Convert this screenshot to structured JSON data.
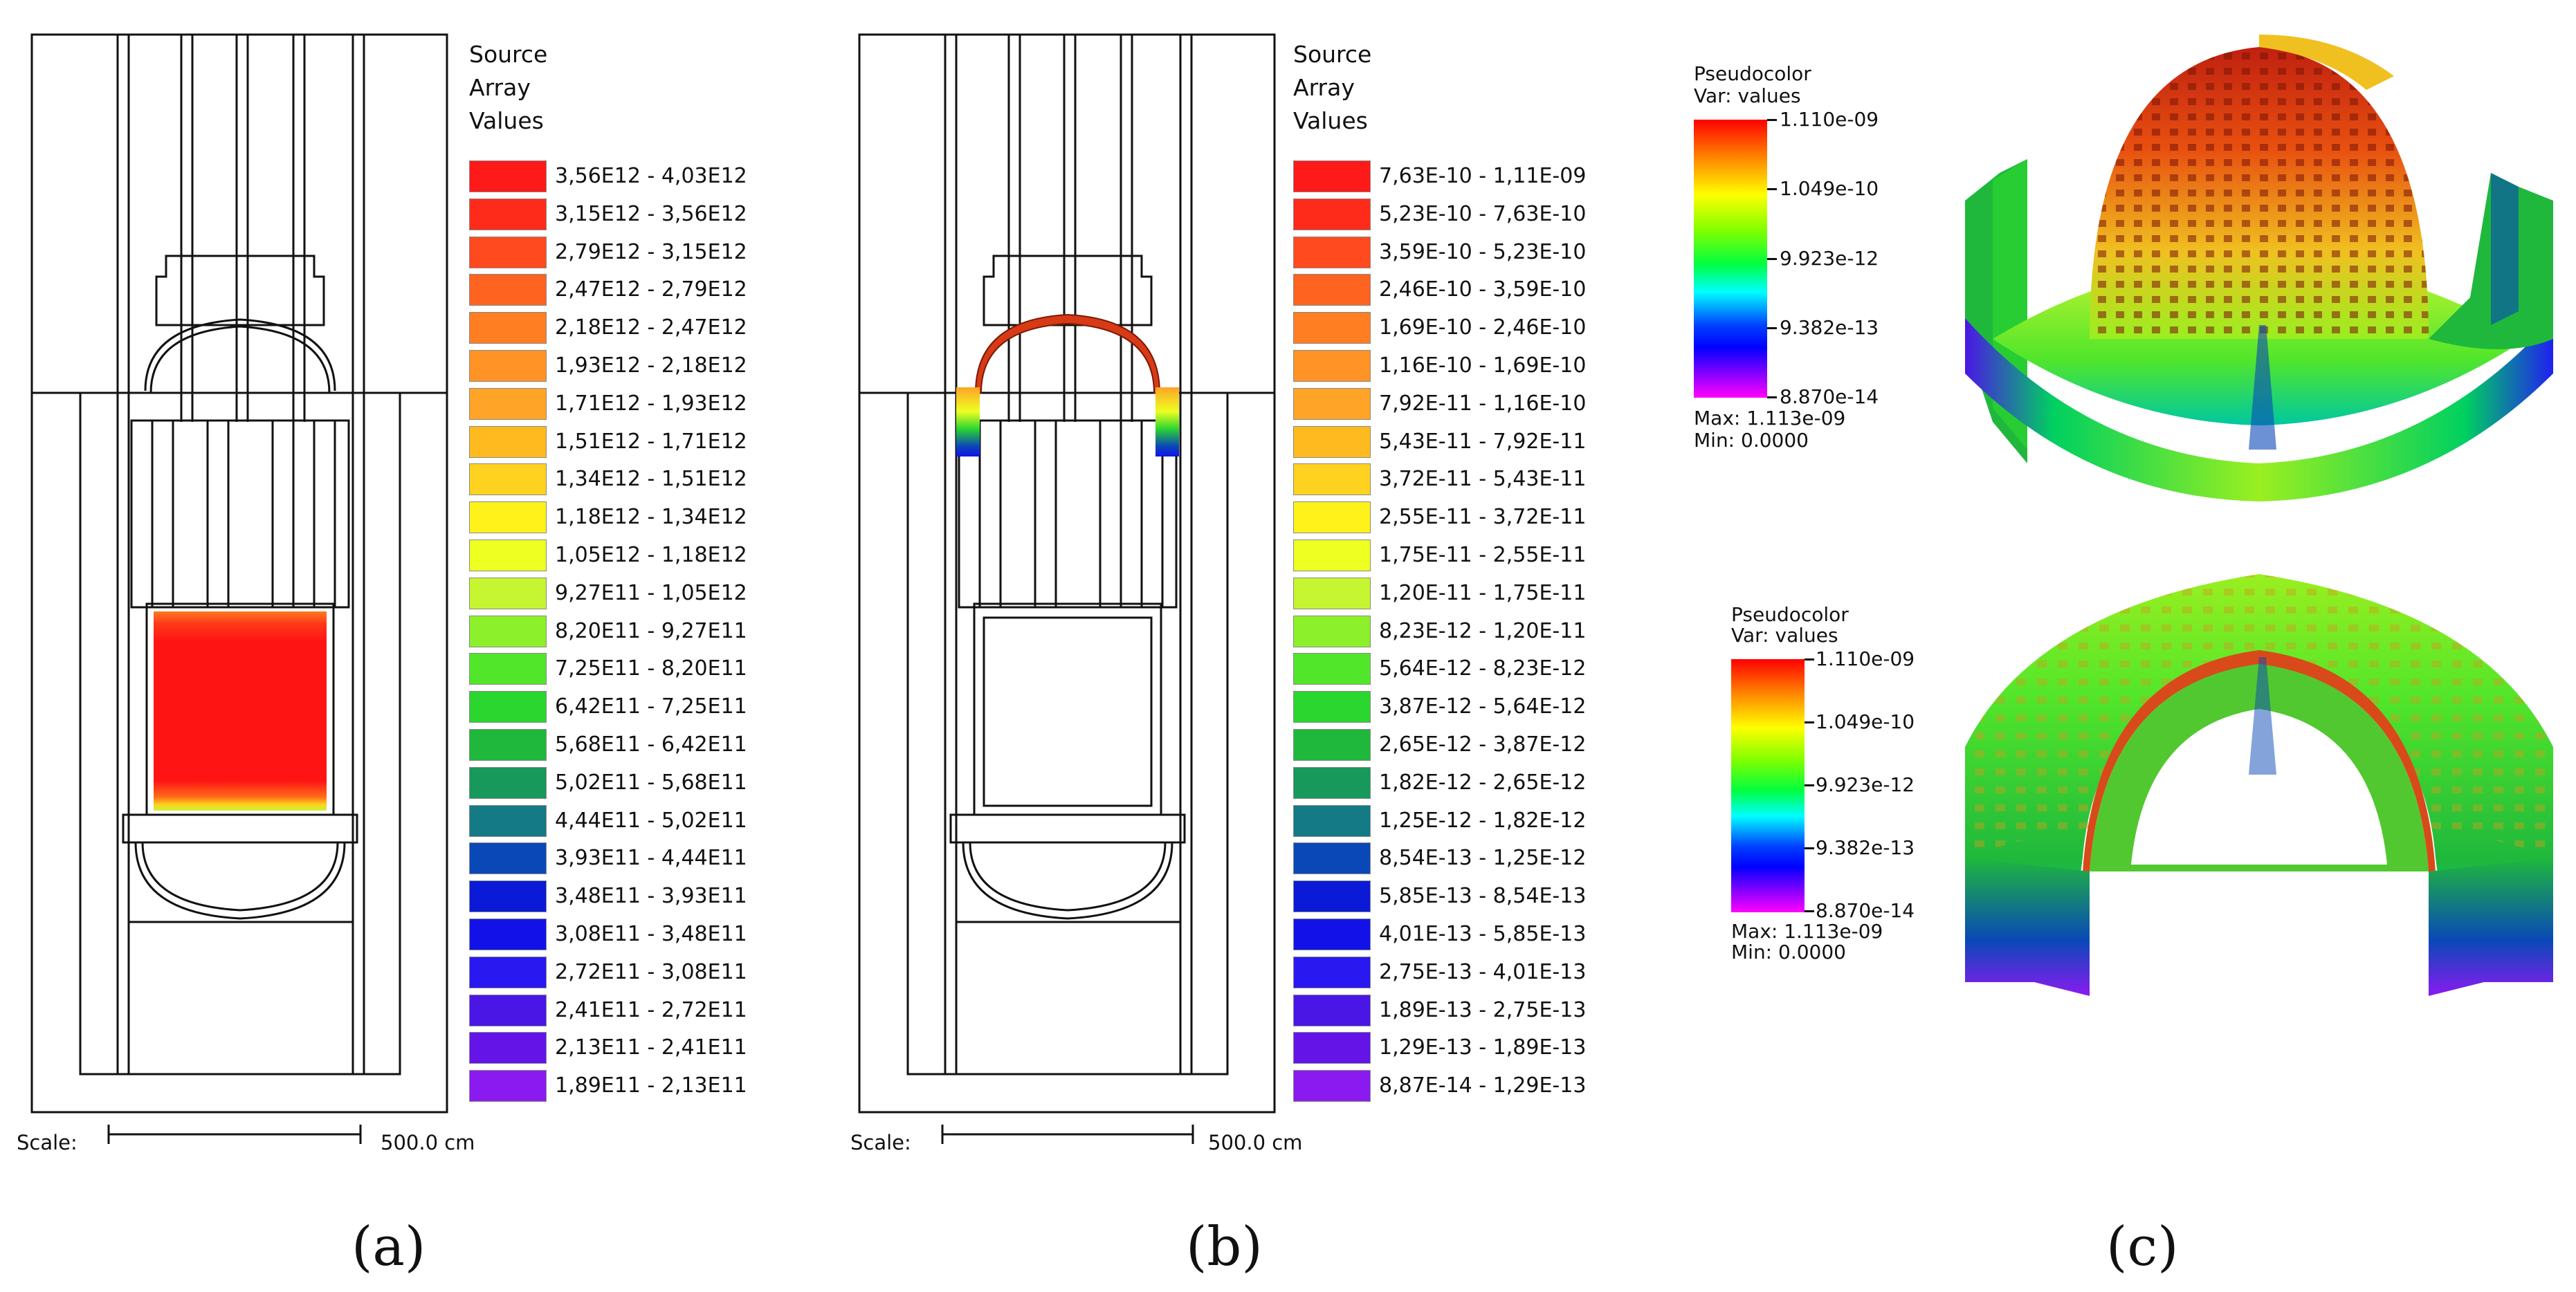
{
  "panel_a": {
    "legend_title": [
      "Source",
      "Array",
      "Values"
    ],
    "legend": [
      {
        "label": "3,56E12 - 4,03E12",
        "color": "#ff1a1a"
      },
      {
        "label": "3,15E12 - 3,56E12",
        "color": "#ff2b1a"
      },
      {
        "label": "2,79E12 - 3,15E12",
        "color": "#ff4a1f"
      },
      {
        "label": "2,47E12 - 2,79E12",
        "color": "#ff6320"
      },
      {
        "label": "2,18E12 - 2,47E12",
        "color": "#ff7e22"
      },
      {
        "label": "1,93E12 - 2,18E12",
        "color": "#ff9326"
      },
      {
        "label": "1,71E12 - 1,93E12",
        "color": "#ffa426"
      },
      {
        "label": "1,51E12 - 1,71E12",
        "color": "#ffba1f"
      },
      {
        "label": "1,34E12 - 1,51E12",
        "color": "#ffd21f"
      },
      {
        "label": "1,18E12 - 1,34E12",
        "color": "#fff21a"
      },
      {
        "label": "1,05E12 - 1,18E12",
        "color": "#eeff22"
      },
      {
        "label": "9,27E11 - 1,05E12",
        "color": "#c6f531"
      },
      {
        "label": "8,20E11 - 9,27E11",
        "color": "#8cf02a"
      },
      {
        "label": "7,25E11 - 8,20E11",
        "color": "#52e62a"
      },
      {
        "label": "6,42E11 - 7,25E11",
        "color": "#2bd62f"
      },
      {
        "label": "5,68E11 - 6,42E11",
        "color": "#1fb83c"
      },
      {
        "label": "5,02E11 - 5,68E11",
        "color": "#16995a"
      },
      {
        "label": "4,44E11 - 5,02E11",
        "color": "#137a86"
      },
      {
        "label": "3,93E11 - 4,44E11",
        "color": "#0a48b8"
      },
      {
        "label": "3,48E11 - 3,93E11",
        "color": "#0a1ad6"
      },
      {
        "label": "3,08E11 - 3,48E11",
        "color": "#1212e8"
      },
      {
        "label": "2,72E11 - 3,08E11",
        "color": "#2a18f0"
      },
      {
        "label": "2,41E11 - 2,72E11",
        "color": "#4a16e6"
      },
      {
        "label": "2,13E11 - 2,41E11",
        "color": "#6414e6"
      },
      {
        "label": "1,89E11 - 2,13E11",
        "color": "#8a1af0"
      }
    ],
    "scale_label": "Scale:",
    "scale_value": "500.0 cm",
    "panel_label": "(a)"
  },
  "panel_b": {
    "legend_title": [
      "Source",
      "Array",
      "Values"
    ],
    "legend": [
      {
        "label": "7,63E-10 - 1,11E-09",
        "color": "#ff1a1a"
      },
      {
        "label": "5,23E-10 - 7,63E-10",
        "color": "#ff2b1a"
      },
      {
        "label": "3,59E-10 - 5,23E-10",
        "color": "#ff4a1f"
      },
      {
        "label": "2,46E-10 - 3,59E-10",
        "color": "#ff6320"
      },
      {
        "label": "1,69E-10 - 2,46E-10",
        "color": "#ff7e22"
      },
      {
        "label": "1,16E-10 - 1,69E-10",
        "color": "#ff9326"
      },
      {
        "label": "7,92E-11 - 1,16E-10",
        "color": "#ffa426"
      },
      {
        "label": "5,43E-11 - 7,92E-11",
        "color": "#ffba1f"
      },
      {
        "label": "3,72E-11 - 5,43E-11",
        "color": "#ffd21f"
      },
      {
        "label": "2,55E-11 - 3,72E-11",
        "color": "#fff21a"
      },
      {
        "label": "1,75E-11 - 2,55E-11",
        "color": "#eeff22"
      },
      {
        "label": "1,20E-11 - 1,75E-11",
        "color": "#c6f531"
      },
      {
        "label": "8,23E-12 - 1,20E-11",
        "color": "#8cf02a"
      },
      {
        "label": "5,64E-12 - 8,23E-12",
        "color": "#52e62a"
      },
      {
        "label": "3,87E-12 - 5,64E-12",
        "color": "#2bd62f"
      },
      {
        "label": "2,65E-12 - 3,87E-12",
        "color": "#1fb83c"
      },
      {
        "label": "1,82E-12 - 2,65E-12",
        "color": "#16995a"
      },
      {
        "label": "1,25E-12 - 1,82E-12",
        "color": "#137a86"
      },
      {
        "label": "8,54E-13 - 1,25E-12",
        "color": "#0a48b8"
      },
      {
        "label": "5,85E-13 - 8,54E-13",
        "color": "#0a1ad6"
      },
      {
        "label": "4,01E-13 - 5,85E-13",
        "color": "#1212e8"
      },
      {
        "label": "2,75E-13 - 4,01E-13",
        "color": "#2a18f0"
      },
      {
        "label": "1,89E-13 - 2,75E-13",
        "color": "#4a16e6"
      },
      {
        "label": "1,29E-13 - 1,89E-13",
        "color": "#6414e6"
      },
      {
        "label": "8,87E-14 - 1,29E-13",
        "color": "#8a1af0"
      }
    ],
    "scale_label": "Scale:",
    "scale_value": "500.0 cm",
    "panel_label": "(b)"
  },
  "panel_c": {
    "top": {
      "title": "Pseudocolor",
      "var": "Var: values",
      "ticks": [
        "1.110e-09",
        "1.049e-10",
        "9.923e-12",
        "9.382e-13",
        "8.870e-14"
      ],
      "max": "Max:  1.113e-09",
      "min": "Min:  0.0000"
    },
    "bottom": {
      "title": "Pseudocolor",
      "var": "Var: values",
      "ticks": [
        "1.110e-09",
        "1.049e-10",
        "9.923e-12",
        "9.382e-13",
        "8.870e-14"
      ],
      "max": "Max:  1.113e-09",
      "min": "Min:  0.0000"
    },
    "panel_label": "(c)"
  }
}
